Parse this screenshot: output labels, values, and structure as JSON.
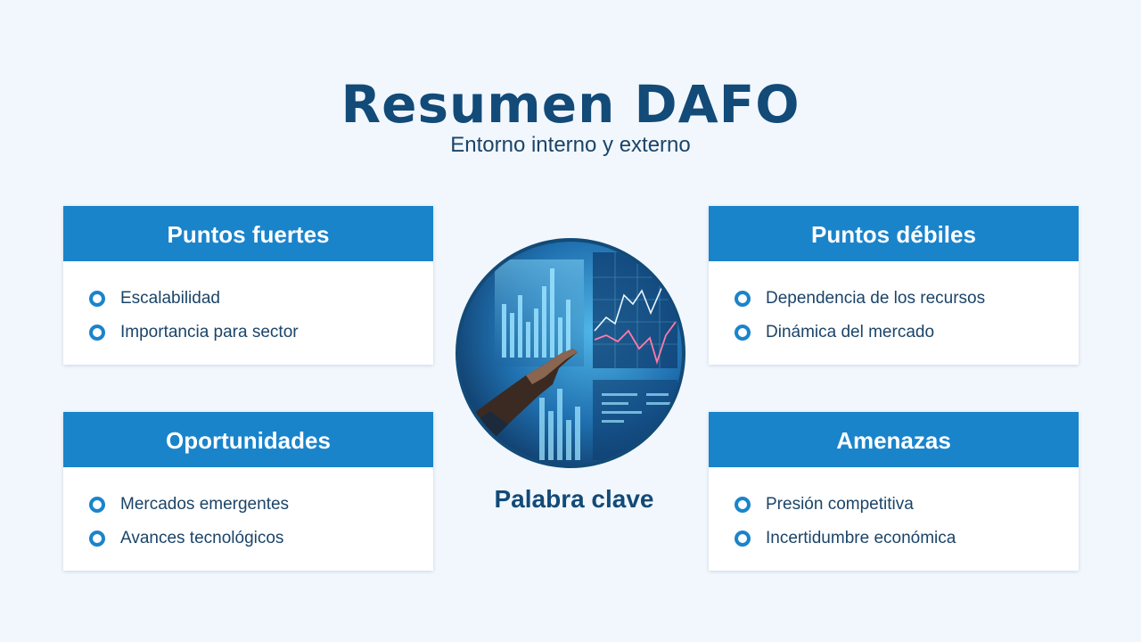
{
  "slide": {
    "title": "Resumen DAFO",
    "subtitle": "Entorno interno y externo",
    "center_label": "Palabra clave",
    "center_image": "hand-pointing-at-financial-dashboard-photo"
  },
  "colors": {
    "background": "#f1f7fd",
    "title": "#124a78",
    "header_fill": "#1a84cb",
    "text": "#1b4468",
    "card": "#ffffff"
  },
  "quadrants": {
    "strengths": {
      "title": "Puntos fuertes",
      "items": [
        "Escalabilidad",
        "Importancia para sector"
      ]
    },
    "weaknesses": {
      "title": "Puntos débiles",
      "items": [
        "Dependencia de los recursos",
        "Dinámica del mercado"
      ]
    },
    "opportunities": {
      "title": "Oportunidades",
      "items": [
        "Mercados emergentes",
        "Avances tecnológicos"
      ]
    },
    "threats": {
      "title": "Amenazas",
      "items": [
        "Presión competitiva",
        "Incertidumbre económica"
      ]
    }
  }
}
